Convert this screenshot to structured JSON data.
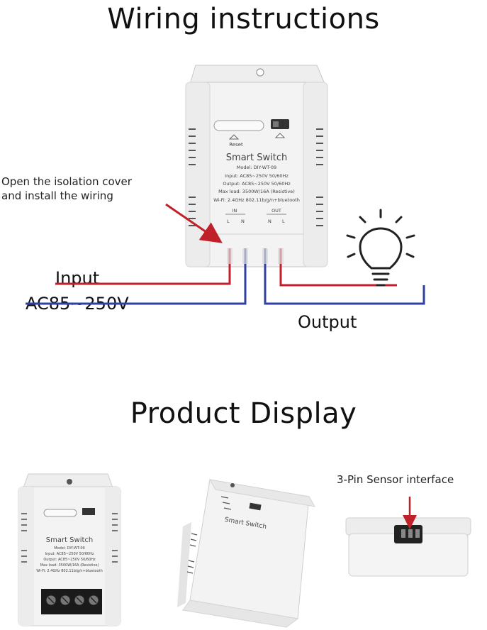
{
  "titles": {
    "wiring": "Wiring instructions",
    "product": "Product Display"
  },
  "callout": {
    "line1": "Open the isolation cover",
    "line2": "and install the wiring"
  },
  "labels": {
    "input": "Input",
    "voltage": "AC85~250V",
    "output": "Output",
    "sensor": "3-Pin Sensor interface"
  },
  "device": {
    "reset": "Reset",
    "name": "Smart Switch",
    "model": "Model: DIY-WT-09",
    "input_spec": "Input: AC85~250V 50/60Hz",
    "output_spec": "Output: AC85~250V 50/60Hz",
    "max_load": "Max load: 3500W/16A (Resistive)",
    "wifi": "Wi-Fi: 2.4GHz 802.11b/g/n+bluetooth",
    "in": "IN",
    "out": "OUT",
    "in_l": "L",
    "in_n": "N",
    "out_n": "N",
    "out_l": "L"
  },
  "device_small": {
    "name": "Smart Switch",
    "model": "Model: DIY-WT-09",
    "input_spec": "Input: AC85~250V 50/60Hz",
    "output_spec": "Output: AC85~250V 50/60Hz",
    "max_load": "Max load: 3500W/16A (Resistive)",
    "wifi": "Wi-Fi: 2.4GHz 802.11b/g/n+bluetooth"
  },
  "colors": {
    "live_wire": "#c0202a",
    "neutral_wire": "#3040a0",
    "arrow": "#c0202a",
    "device_body": "#f2f2f2"
  }
}
